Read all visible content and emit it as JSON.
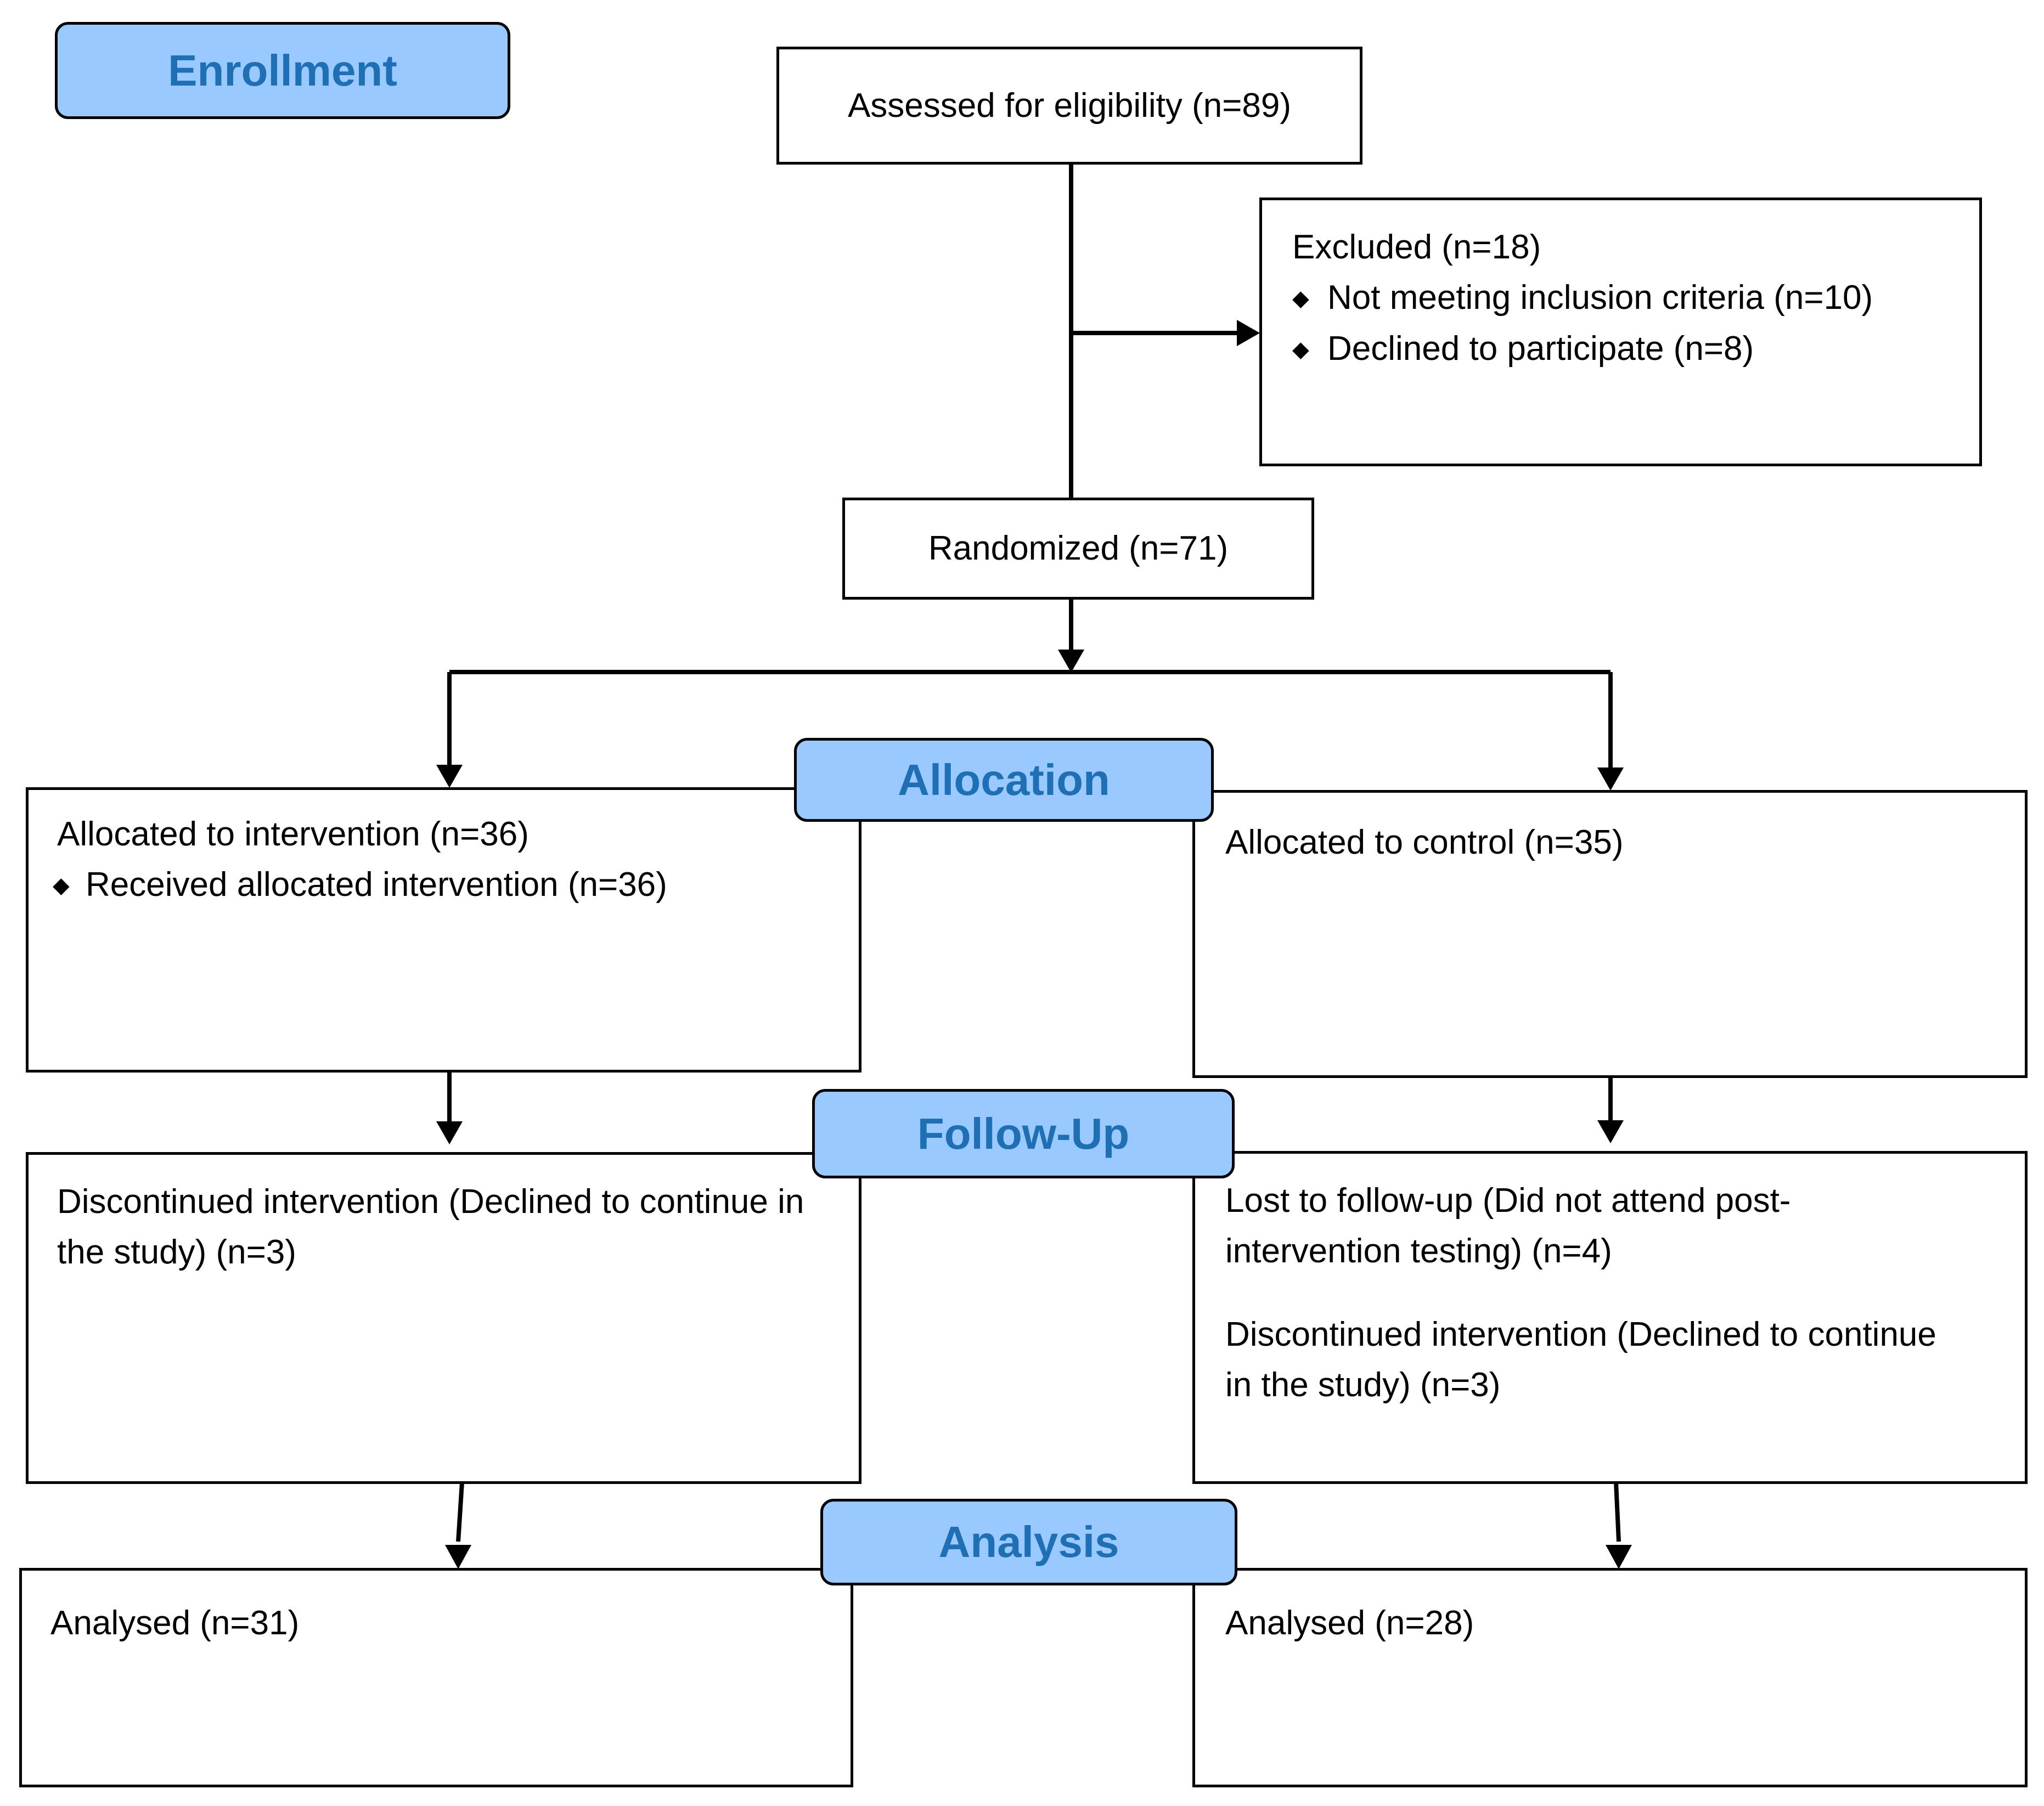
{
  "stages": {
    "enrollment": "Enrollment",
    "allocation": "Allocation",
    "follow_up": "Follow-Up",
    "analysis": "Analysis"
  },
  "assessed": "Assessed for eligibility (n=89)",
  "excluded": {
    "title": "Excluded (n=18)",
    "bullet_1": "Not meeting inclusion criteria (n=10)",
    "bullet_2": "Declined to participate (n=8)"
  },
  "randomized": "Randomized (n=71)",
  "intervention": {
    "allocated": "Allocated to intervention (n=36)",
    "received": "Received allocated intervention (n=36)",
    "follow_up": "Discontinued intervention (Declined to continue in the study) (n=3)",
    "analysed": "Analysed (n=31)"
  },
  "control": {
    "allocated": "Allocated to control (n=35)",
    "lost": "Lost to follow-up (Did not attend post-intervention testing) (n=4)",
    "discontinued": "Discontinued intervention (Declined to continue in the study) (n=3)",
    "analysed": "Analysed (n=28)"
  },
  "colors": {
    "stage_fill": "#99c9ff",
    "stage_text": "#1f6fb5",
    "line": "#000000"
  }
}
